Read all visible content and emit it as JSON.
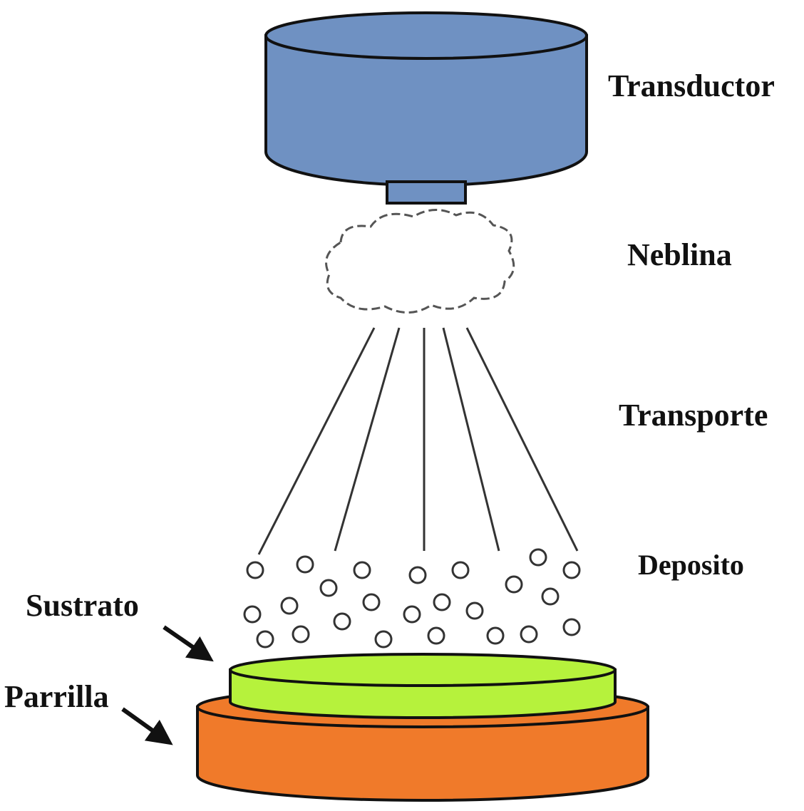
{
  "labels": {
    "transducer": "Transductor",
    "mist": "Neblina",
    "transport": "Transporte",
    "deposit": "Deposito",
    "substrate": "Sustrato",
    "heater_plate": "Parrilla"
  },
  "colors": {
    "transducer_fill": "#6f91c2",
    "substrate_fill": "#b6f23c",
    "plate_fill": "#f07a2a",
    "outline": "#111111"
  }
}
